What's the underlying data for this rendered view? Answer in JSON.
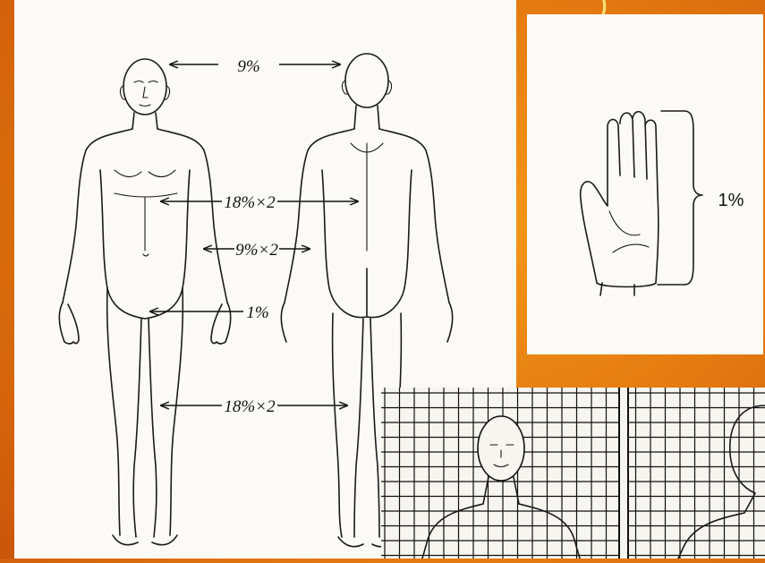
{
  "title_fragments": [
    "(",
    ")"
  ],
  "body_chart": {
    "labels": {
      "head": "9%",
      "trunk": "18%×2",
      "arms": "9%×2",
      "genital": "1%",
      "legs": "18%×2"
    }
  },
  "palm_chart": {
    "label": "1%"
  },
  "grid_chart": {}
}
